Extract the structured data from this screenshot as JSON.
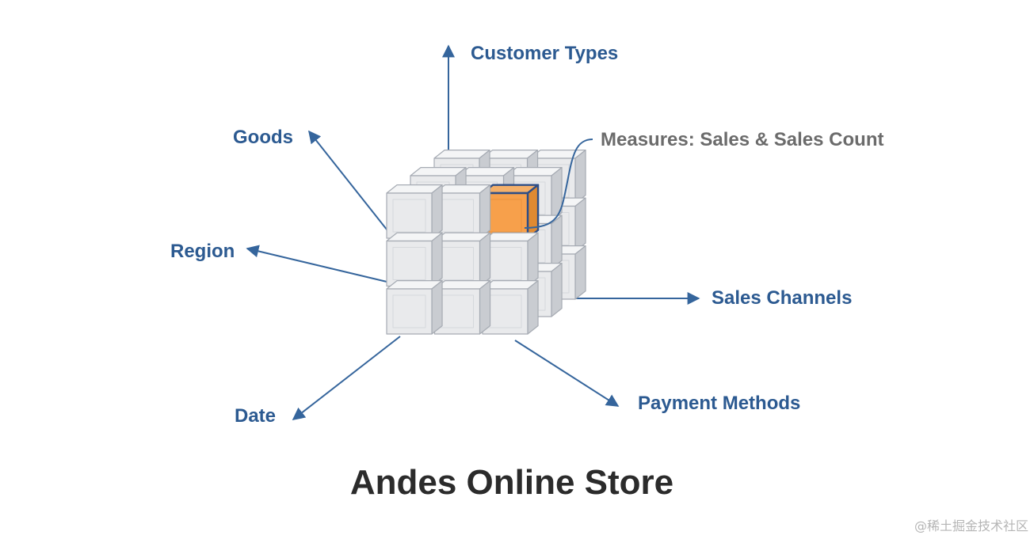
{
  "diagram": {
    "title": "Andes Online Store",
    "measure_label": "Measures: Sales & Sales Count",
    "axes": {
      "customer_types": "Customer Types",
      "goods": "Goods",
      "region": "Region",
      "date": "Date",
      "sales_channels": "Sales Channels",
      "payment_methods": "Payment Methods"
    },
    "watermark": "@稀土掘金技术社区",
    "cube_grid": {
      "columns": 3,
      "rows": 3,
      "layers": 3,
      "highlighted_cell": "top-row, right column, front layer"
    }
  },
  "colors": {
    "axis": "#35659C",
    "label": "#2C5A91",
    "measure_label": "#6B6B6B",
    "title": "#2B2B2B",
    "highlight": "#F7A04B",
    "highlight_border": "#2E4E86",
    "cube_face": "#E9EAEC",
    "cube_edge": "#A6ABB3",
    "watermark": "#B5B5B5"
  },
  "icons": {
    "arrow": "arrow-head-icon",
    "cube": "cube-cell-icon"
  }
}
